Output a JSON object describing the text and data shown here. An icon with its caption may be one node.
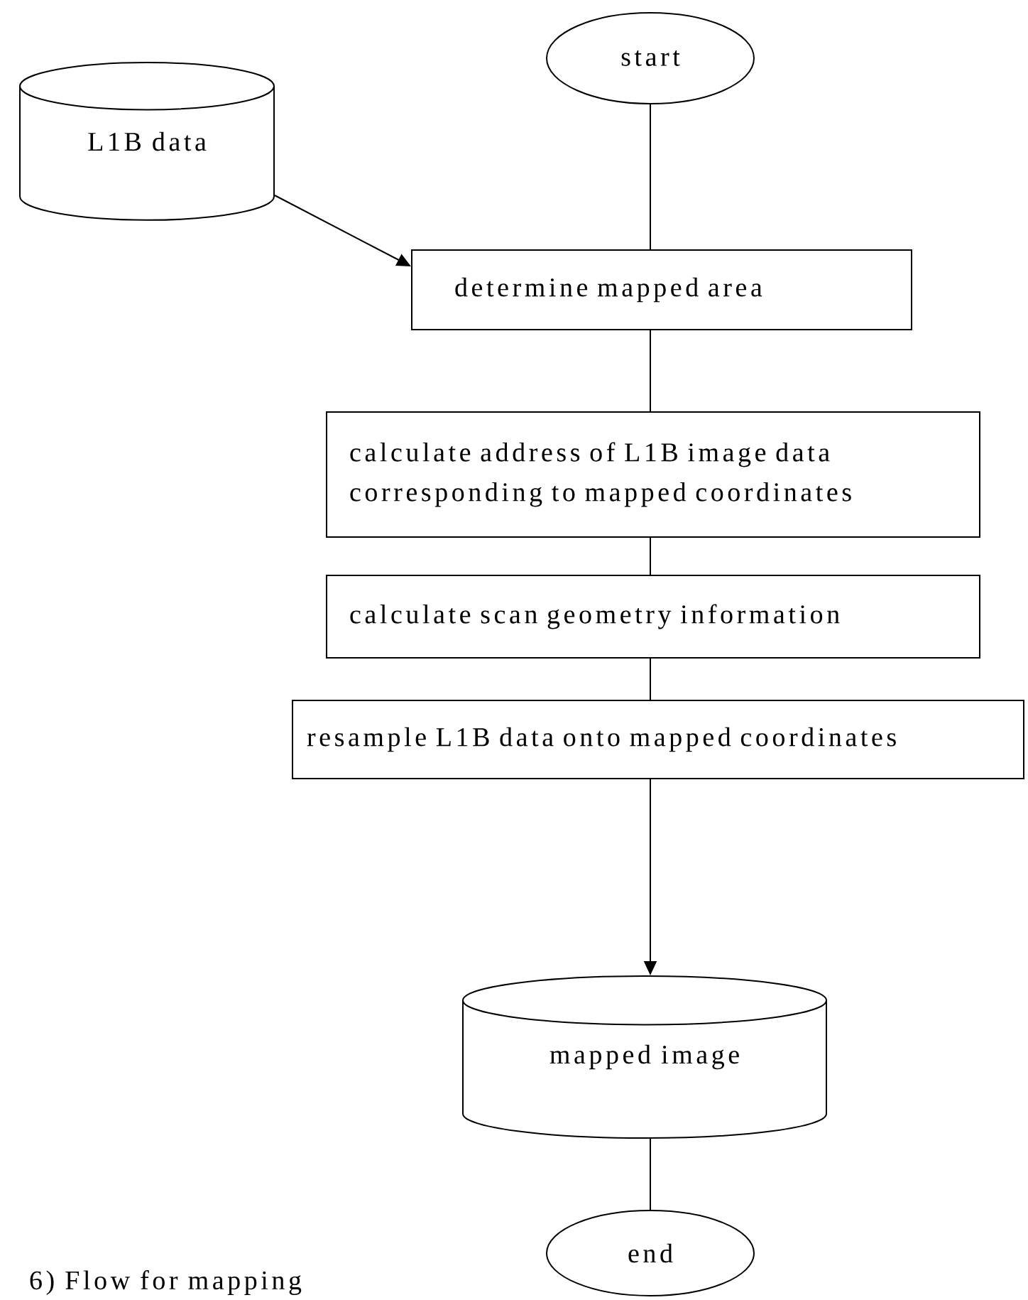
{
  "diagram": {
    "caption": "6) Flow for mapping",
    "nodes": [
      {
        "text": [
          "start"
        ]
      },
      {
        "text": [
          "L1B data"
        ]
      },
      {
        "text": [
          "determine mapped area"
        ]
      },
      {
        "text": [
          "calculate address of L1B image data corresponding to mapped coordinates"
        ]
      },
      {
        "text": [
          "calculate scan geometry information"
        ]
      },
      {
        "text": [
          "resample L1B data onto mapped coordinates"
        ]
      },
      {
        "text": [
          "mapped image"
        ]
      },
      {
        "text": [
          "end"
        ]
      }
    ],
    "edges": [
      {
        "from": 0,
        "to": 2,
        "arrow": "none"
      },
      {
        "from": 1,
        "to": 2,
        "arrow": "to"
      },
      {
        "from": 2,
        "to": 3,
        "arrow": "none"
      },
      {
        "from": 3,
        "to": 4,
        "arrow": "none"
      },
      {
        "from": 4,
        "to": 5,
        "arrow": "none"
      },
      {
        "from": 5,
        "to": 6,
        "arrow": "to"
      },
      {
        "from": 6,
        "to": 7,
        "arrow": "none"
      }
    ]
  }
}
